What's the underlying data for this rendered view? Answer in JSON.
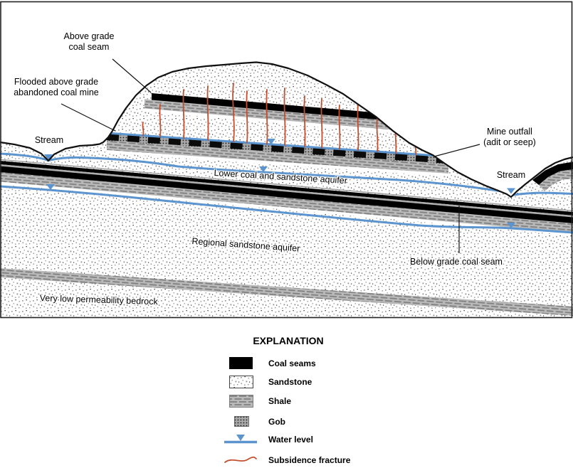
{
  "colors": {
    "water": "#5B94CE",
    "fracture": "#C2502E",
    "ink": "#111111"
  },
  "diagram": {
    "labels": {
      "above_grade_line1": "Above grade",
      "above_grade_line2": "coal seam",
      "flooded_line1": "Flooded above grade",
      "flooded_line2": "abandoned coal mine",
      "stream_left": "Stream",
      "stream_right": "Stream",
      "outfall_line1": "Mine outfall",
      "outfall_line2": "(adit or seep)",
      "lower_aquifer": "Lower coal and sandstone aquifer",
      "regional_aquifer": "Regional sandstone aquifer",
      "below_grade": "Below grade coal seam",
      "bedrock": "Very low permeability bedrock"
    }
  },
  "legend": {
    "title": "EXPLANATION",
    "items": [
      {
        "label": "Coal seams",
        "swatch": "coal-seams"
      },
      {
        "label": "Sandstone",
        "swatch": "sandstone"
      },
      {
        "label": "Shale",
        "swatch": "shale"
      },
      {
        "label": "Gob",
        "swatch": "gob"
      },
      {
        "label": "Water level",
        "swatch": "water-level"
      },
      {
        "label": "Subsidence fracture",
        "swatch": "subsidence-fracture"
      }
    ]
  }
}
